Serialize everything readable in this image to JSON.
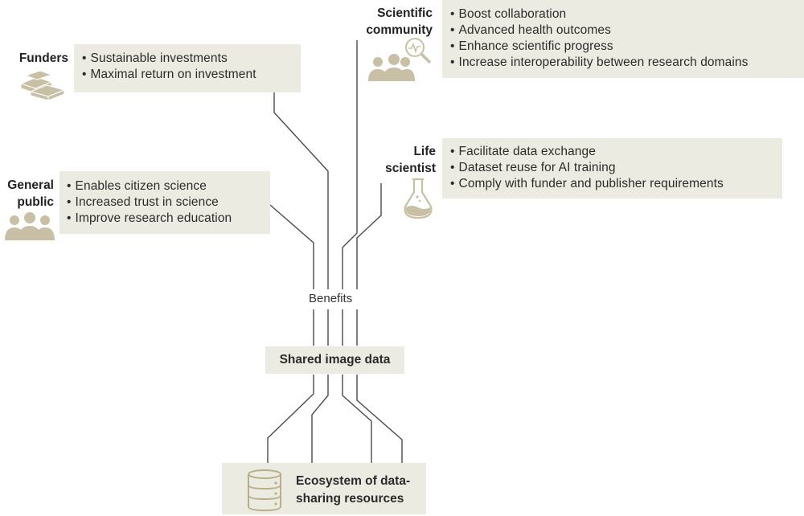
{
  "colors": {
    "box": "#ecebe1",
    "icon": "#c8c0a4",
    "line": "#4a4a4a"
  },
  "funders": {
    "label": "Funders",
    "icon": "money-stack-icon",
    "items": [
      "Sustainable investments",
      "Maximal return on investment"
    ]
  },
  "scientific_community": {
    "label_line1": "Scientific",
    "label_line2": "community",
    "icon": "people-magnifier-icon",
    "items": [
      "Boost collaboration",
      "Advanced health outcomes",
      "Enhance scientific progress",
      "Increase interoperability between research domains"
    ]
  },
  "general_public": {
    "label_line1": "General",
    "label_line2": "public",
    "icon": "people-group-icon",
    "items": [
      "Enables citizen science",
      "Increased trust in science",
      "Improve research education"
    ]
  },
  "life_scientist": {
    "label_line1": "Life",
    "label_line2": "scientist",
    "icon": "flask-icon",
    "items": [
      "Facilitate data exchange",
      "Dataset reuse for AI training",
      "Comply with funder and publisher requirements"
    ]
  },
  "benefits_label": "Benefits",
  "shared_image_data": "Shared image data",
  "ecosystem": {
    "line1": "Ecosystem of data-",
    "line2": "sharing resources",
    "icon": "database-icon"
  }
}
